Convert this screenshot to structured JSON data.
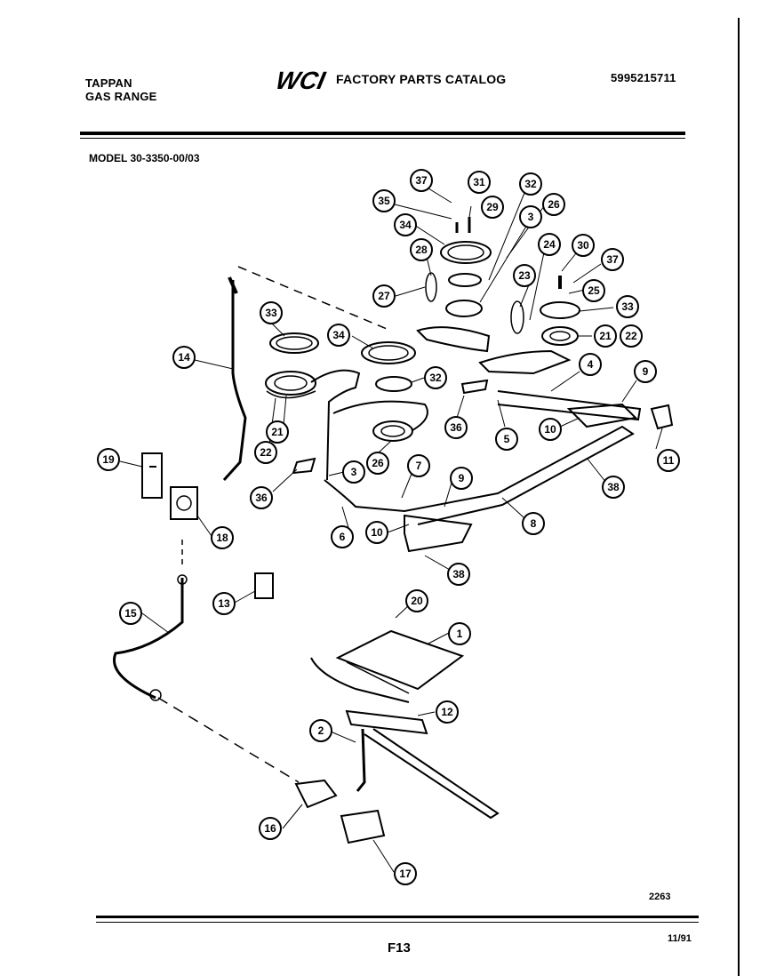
{
  "header": {
    "brand_line1": "TAPPAN",
    "brand_line2": "GAS RANGE",
    "logo_text": "WCI",
    "catalog_title": "FACTORY PARTS CATALOG",
    "catalog_number": "5995215711",
    "model_label": "MODEL 30-3350-00/03"
  },
  "callouts": [
    "1",
    "2",
    "3",
    "3",
    "4",
    "5",
    "6",
    "7",
    "8",
    "9",
    "9",
    "10",
    "10",
    "11",
    "12",
    "13",
    "14",
    "15",
    "16",
    "17",
    "18",
    "19",
    "20",
    "21",
    "21",
    "22",
    "22",
    "23",
    "24",
    "25",
    "26",
    "26",
    "27",
    "28",
    "29",
    "30",
    "31",
    "32",
    "32",
    "33",
    "33",
    "34",
    "34",
    "35",
    "36",
    "36",
    "37",
    "37",
    "38",
    "38"
  ],
  "footer": {
    "drawing_code": "2263",
    "page": "F13",
    "date": "11/91"
  }
}
